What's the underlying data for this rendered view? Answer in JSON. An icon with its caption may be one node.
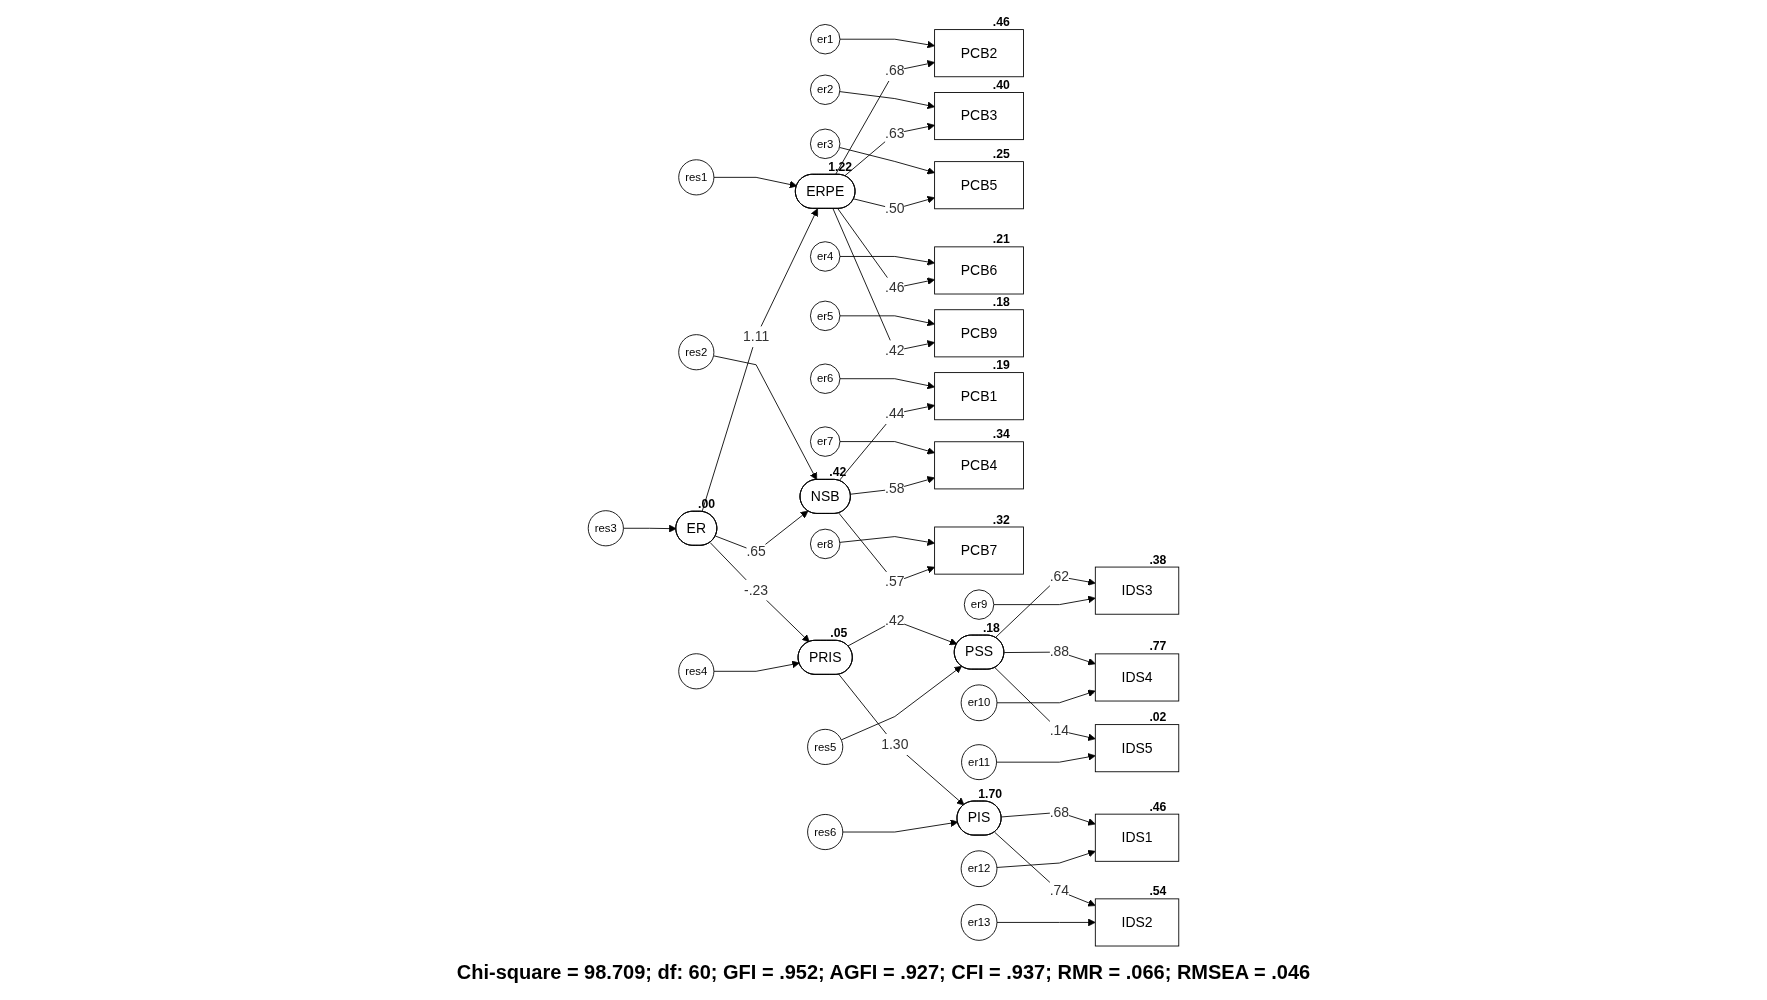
{
  "diagram": {
    "caption": "Chi-square = 98.709; df: 60; GFI = .952; AGFI = .927; CFI = .937; RMR = .066; RMSEA = .046",
    "nodes": [
      {
        "text": [
          "er1"
        ]
      },
      {
        "text": [
          "PCB2"
        ],
        "beside": [
          ".46"
        ]
      },
      {
        "text": [
          "er2"
        ]
      },
      {
        "text": [
          "PCB3"
        ],
        "beside": [
          ".40"
        ]
      },
      {
        "text": [
          "er3"
        ]
      },
      {
        "text": [
          "PCB5"
        ],
        "beside": [
          ".25"
        ]
      },
      {
        "text": [
          "er4"
        ]
      },
      {
        "text": [
          "PCB6"
        ],
        "beside": [
          ".21"
        ]
      },
      {
        "text": [
          "er5"
        ]
      },
      {
        "text": [
          "PCB9"
        ],
        "beside": [
          ".18"
        ]
      },
      {
        "text": [
          "er6"
        ]
      },
      {
        "text": [
          "PCB1"
        ],
        "beside": [
          ".19"
        ]
      },
      {
        "text": [
          "er7"
        ]
      },
      {
        "text": [
          "PCB4"
        ],
        "beside": [
          ".34"
        ]
      },
      {
        "text": [
          "er8"
        ]
      },
      {
        "text": [
          "PCB7"
        ],
        "beside": [
          ".32"
        ]
      },
      {
        "text": [
          "res1"
        ]
      },
      {
        "text": [
          "ERPE"
        ],
        "beside": [
          "1.22"
        ]
      },
      {
        "text": [
          "NSB"
        ],
        "beside": [
          ".42"
        ]
      },
      {
        "text": [
          "res2"
        ]
      },
      {
        "text": [
          "res3"
        ]
      },
      {
        "text": [
          "ER"
        ],
        "beside": [
          ".00"
        ]
      },
      {
        "text": [
          "PRIS"
        ],
        "beside": [
          ".05"
        ]
      },
      {
        "text": [
          "res4"
        ]
      },
      {
        "text": [
          "res5"
        ]
      },
      {
        "text": [
          "PSS"
        ],
        "beside": [
          ".18"
        ]
      },
      {
        "text": [
          "PIS"
        ],
        "beside": [
          "1.70"
        ]
      },
      {
        "text": [
          "res6"
        ]
      },
      {
        "text": [
          "IDS3"
        ],
        "beside": [
          ".38"
        ]
      },
      {
        "text": [
          "er9"
        ]
      },
      {
        "text": [
          "IDS4"
        ],
        "beside": [
          ".77"
        ]
      },
      {
        "text": [
          "er10"
        ]
      },
      {
        "text": [
          "IDS5"
        ],
        "beside": [
          ".02"
        ]
      },
      {
        "text": [
          "er11"
        ]
      },
      {
        "text": [
          "IDS1"
        ],
        "beside": [
          ".46"
        ]
      },
      {
        "text": [
          "er12"
        ]
      },
      {
        "text": [
          "IDS2"
        ],
        "beside": [
          ".54"
        ]
      },
      {
        "text": [
          "er13"
        ]
      }
    ],
    "edges": [
      {
        "from": 0,
        "to": 1,
        "arrow": "to"
      },
      {
        "from": 2,
        "to": 3,
        "arrow": "to"
      },
      {
        "from": 4,
        "to": 5,
        "arrow": "to"
      },
      {
        "from": 6,
        "to": 7,
        "arrow": "to"
      },
      {
        "from": 8,
        "to": 9,
        "arrow": "to"
      },
      {
        "from": 10,
        "to": 11,
        "arrow": "to"
      },
      {
        "from": 12,
        "to": 13,
        "arrow": "to"
      },
      {
        "from": 14,
        "to": 15,
        "arrow": "to"
      },
      {
        "from": 17,
        "to": 1,
        "arrow": "to",
        "label": ".68"
      },
      {
        "from": 17,
        "to": 3,
        "arrow": "to",
        "label": ".63"
      },
      {
        "from": 17,
        "to": 5,
        "arrow": "to",
        "label": ".50"
      },
      {
        "from": 17,
        "to": 7,
        "arrow": "to",
        "label": ".46"
      },
      {
        "from": 17,
        "to": 9,
        "arrow": "to",
        "label": ".42"
      },
      {
        "from": 18,
        "to": 11,
        "arrow": "to",
        "label": ".44"
      },
      {
        "from": 18,
        "to": 13,
        "arrow": "to",
        "label": ".58"
      },
      {
        "from": 18,
        "to": 15,
        "arrow": "to",
        "label": ".57"
      },
      {
        "from": 16,
        "to": 17,
        "arrow": "to"
      },
      {
        "from": 19,
        "to": 18,
        "arrow": "to"
      },
      {
        "from": 20,
        "to": 21,
        "arrow": "to"
      },
      {
        "from": 21,
        "to": 17,
        "arrow": "to",
        "label": "1.11"
      },
      {
        "from": 21,
        "to": 18,
        "arrow": "to",
        "label": ".65"
      },
      {
        "from": 21,
        "to": 22,
        "arrow": "to",
        "label": "-.23"
      },
      {
        "from": 23,
        "to": 22,
        "arrow": "to"
      },
      {
        "from": 22,
        "to": 25,
        "arrow": "to",
        "label": ".42"
      },
      {
        "from": 22,
        "to": 26,
        "arrow": "to",
        "label": "1.30"
      },
      {
        "from": 24,
        "to": 25,
        "arrow": "to"
      },
      {
        "from": 27,
        "to": 26,
        "arrow": "to"
      },
      {
        "from": 25,
        "to": 28,
        "arrow": "to",
        "label": ".62"
      },
      {
        "from": 25,
        "to": 30,
        "arrow": "to",
        "label": ".88"
      },
      {
        "from": 25,
        "to": 32,
        "arrow": "to",
        "label": ".14"
      },
      {
        "from": 26,
        "to": 34,
        "arrow": "to",
        "label": ".68"
      },
      {
        "from": 26,
        "to": 36,
        "arrow": "to",
        "label": ".74"
      },
      {
        "from": 29,
        "to": 28,
        "arrow": "to"
      },
      {
        "from": 31,
        "to": 30,
        "arrow": "to"
      },
      {
        "from": 33,
        "to": 32,
        "arrow": "to"
      },
      {
        "from": 35,
        "to": 34,
        "arrow": "to"
      },
      {
        "from": 37,
        "to": 36,
        "arrow": "to"
      }
    ]
  }
}
